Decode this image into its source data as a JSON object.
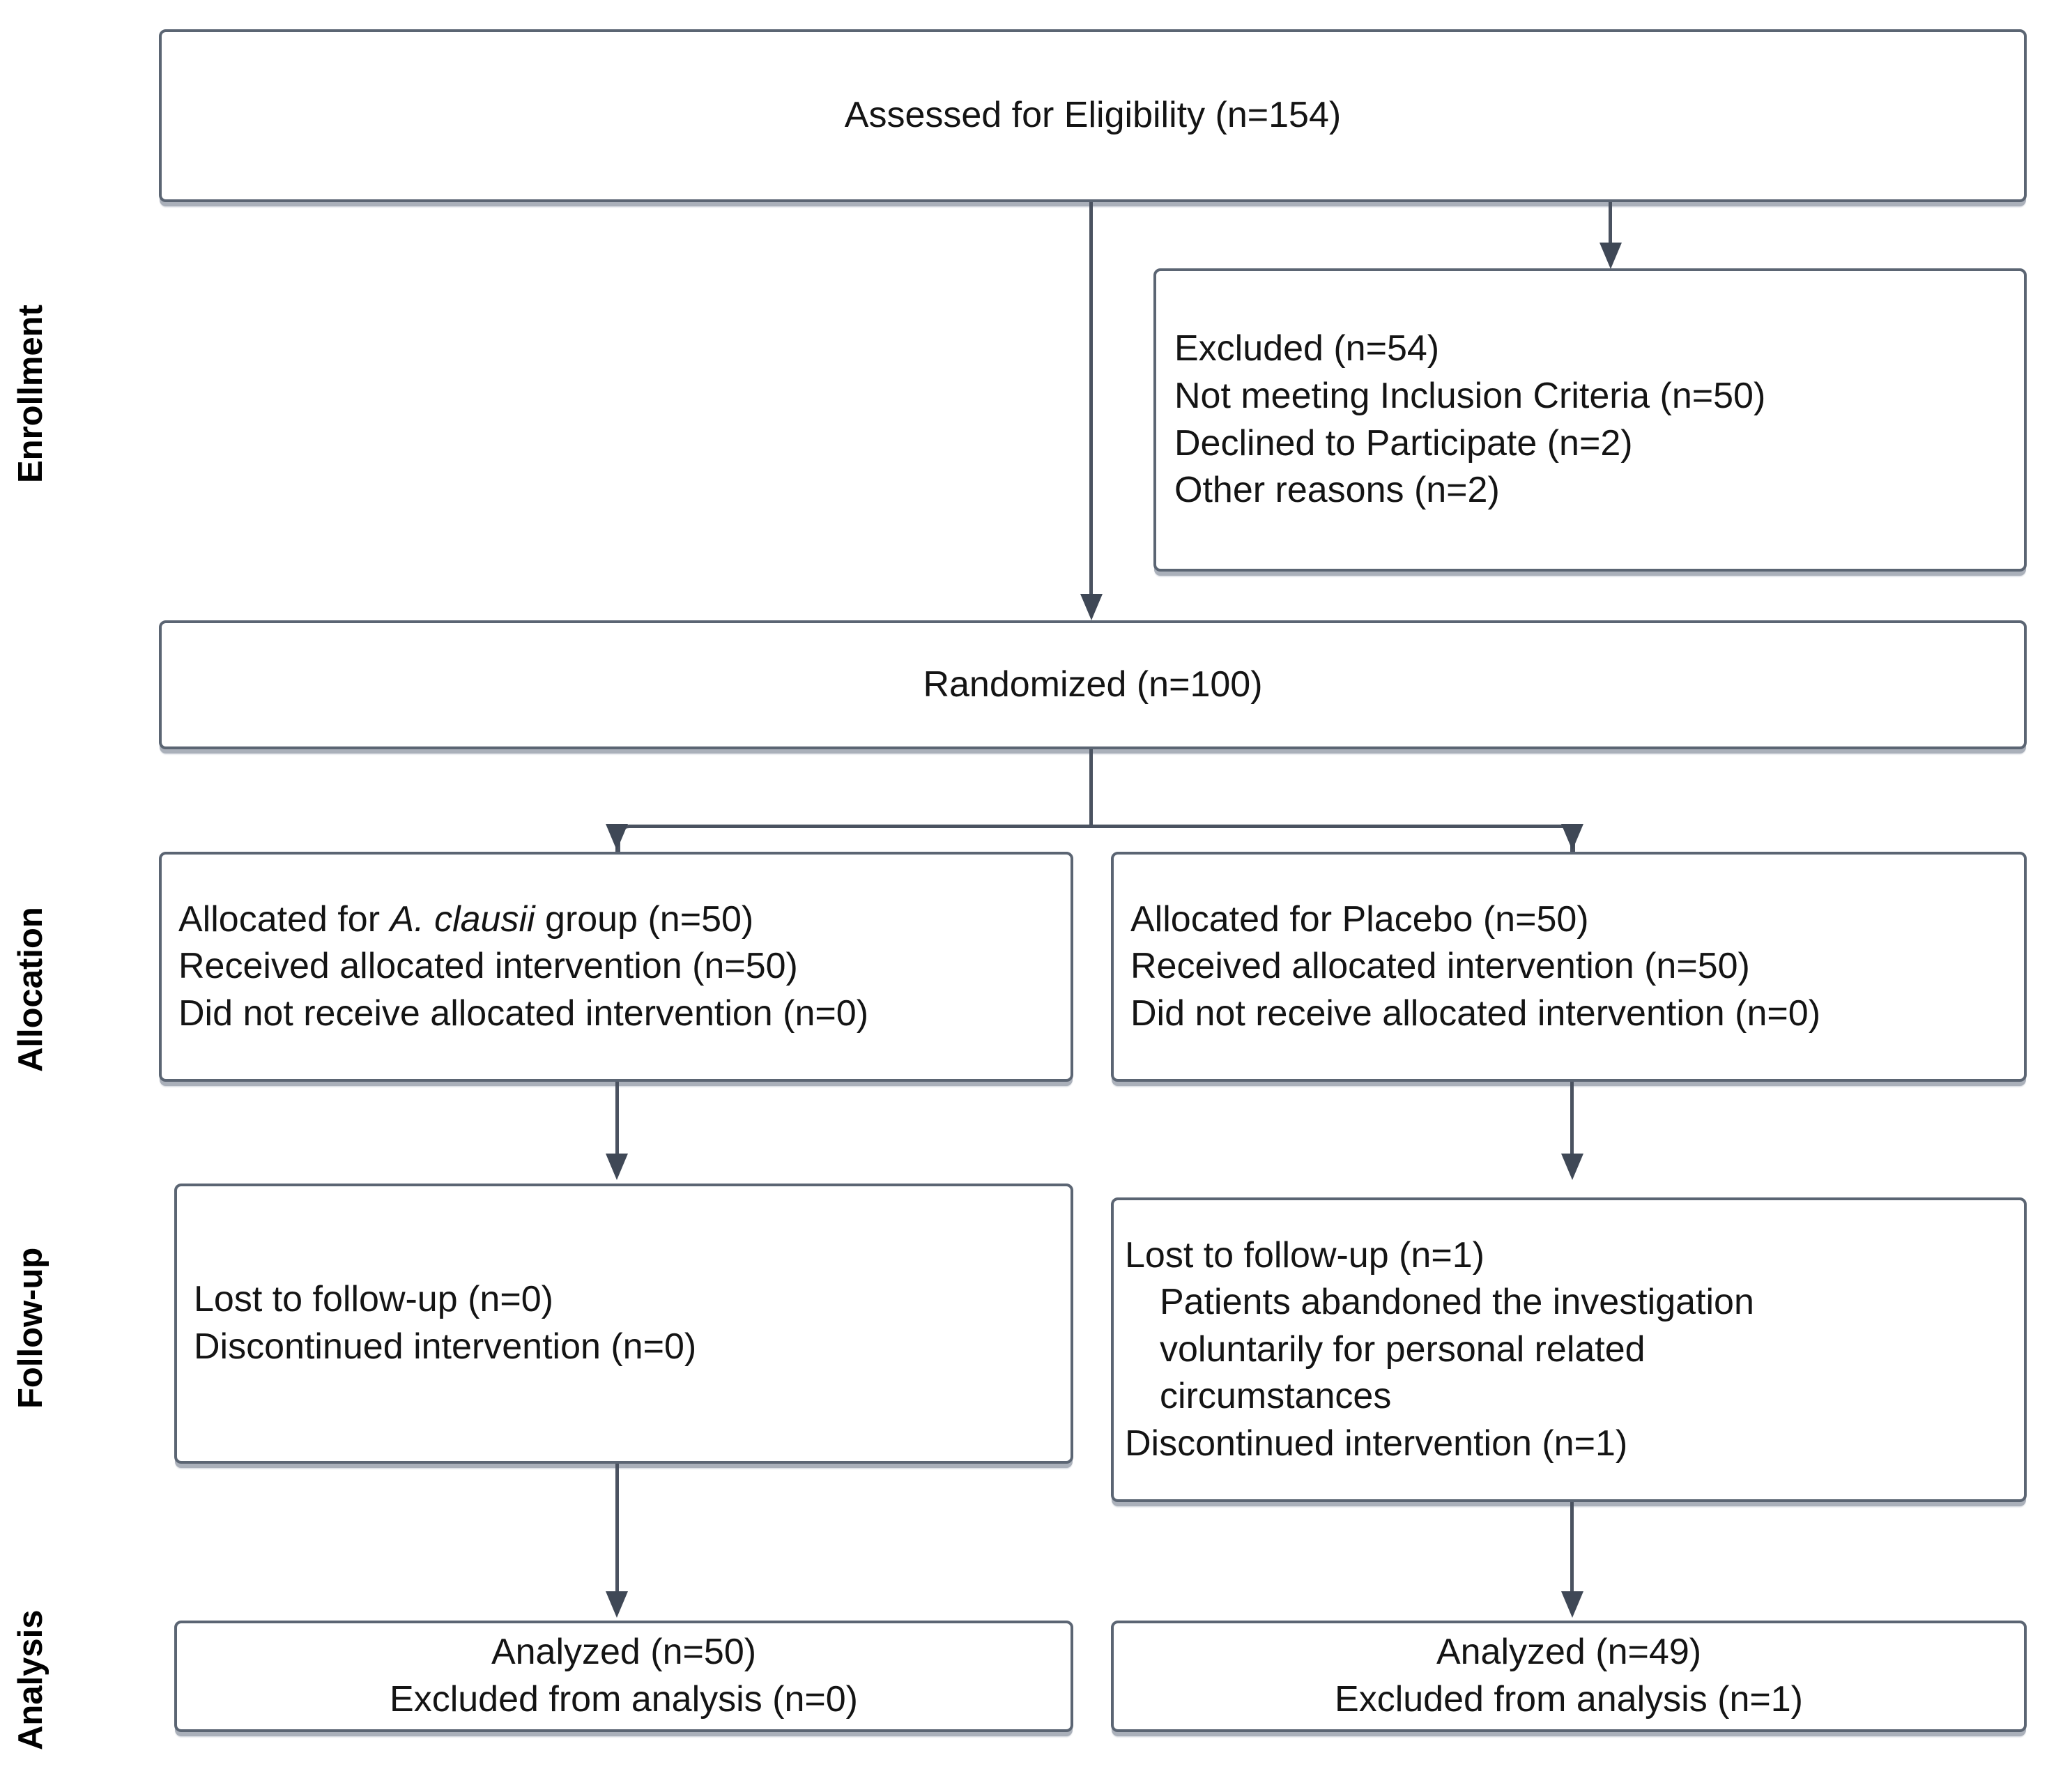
{
  "diagram": {
    "type": "CONSORT participant flow diagram",
    "stage_labels": [
      {
        "id": "enrollment",
        "label": "Enrollment"
      },
      {
        "id": "allocation",
        "label": "Allocation"
      },
      {
        "id": "followup",
        "label": "Follow-up"
      },
      {
        "id": "analysis",
        "label": "Analysis"
      }
    ],
    "colors": {
      "border": "#5b6573",
      "connector": "#4a5260",
      "text": "#141414",
      "background": "#ffffff"
    },
    "nodes": {
      "assessed": {
        "lines": [
          "Assessed for Eligibility (n=154)"
        ]
      },
      "excluded": {
        "lines": [
          "Excluded (n=54)",
          "Not meeting Inclusion Criteria (n=50)",
          "Declined to Participate (n=2)",
          "Other reasons (n=2)"
        ]
      },
      "randomized": {
        "lines": [
          "Randomized (n=100)"
        ]
      },
      "allocation_left": {
        "line1_prefix": "Allocated for ",
        "line1_italic": "A. clausii",
        "line1_suffix": " group (n=50)",
        "line2": "Received allocated intervention (n=50)",
        "line3": "Did not receive allocated intervention (n=0)"
      },
      "allocation_right": {
        "line1": "Allocated for Placebo (n=50)",
        "line2": "Received allocated intervention (n=50)",
        "line3": "Did not receive allocated intervention (n=0)"
      },
      "followup_left": {
        "lines": [
          "Lost to follow-up (n=0)",
          "Discontinued intervention (n=0)"
        ]
      },
      "followup_right": {
        "line1": "Lost to follow-up (n=1)",
        "detail1": "Patients abandoned the investigation",
        "detail2": "voluntarily for personal related",
        "detail3": "circumstances",
        "line5": "Discontinued intervention (n=1)"
      },
      "analysis_left": {
        "lines": [
          "Analyzed (n=50)",
          "Excluded from analysis (n=0)"
        ]
      },
      "analysis_right": {
        "lines": [
          "Analyzed (n=49)",
          "Excluded from analysis (n=1)"
        ]
      }
    },
    "counts": {
      "assessed_for_eligibility": 154,
      "excluded_total": 54,
      "not_meeting_inclusion_criteria": 50,
      "declined_to_participate": 2,
      "other_reasons": 2,
      "randomized": 100,
      "allocated_treatment": 50,
      "allocated_placebo": 50,
      "received_treatment": 50,
      "received_placebo": 50,
      "not_received_treatment": 0,
      "not_received_placebo": 0,
      "lost_followup_treatment": 0,
      "lost_followup_placebo": 1,
      "discontinued_treatment": 0,
      "discontinued_placebo": 1,
      "analyzed_treatment": 50,
      "analyzed_placebo": 49,
      "excluded_analysis_treatment": 0,
      "excluded_analysis_placebo": 1
    }
  }
}
